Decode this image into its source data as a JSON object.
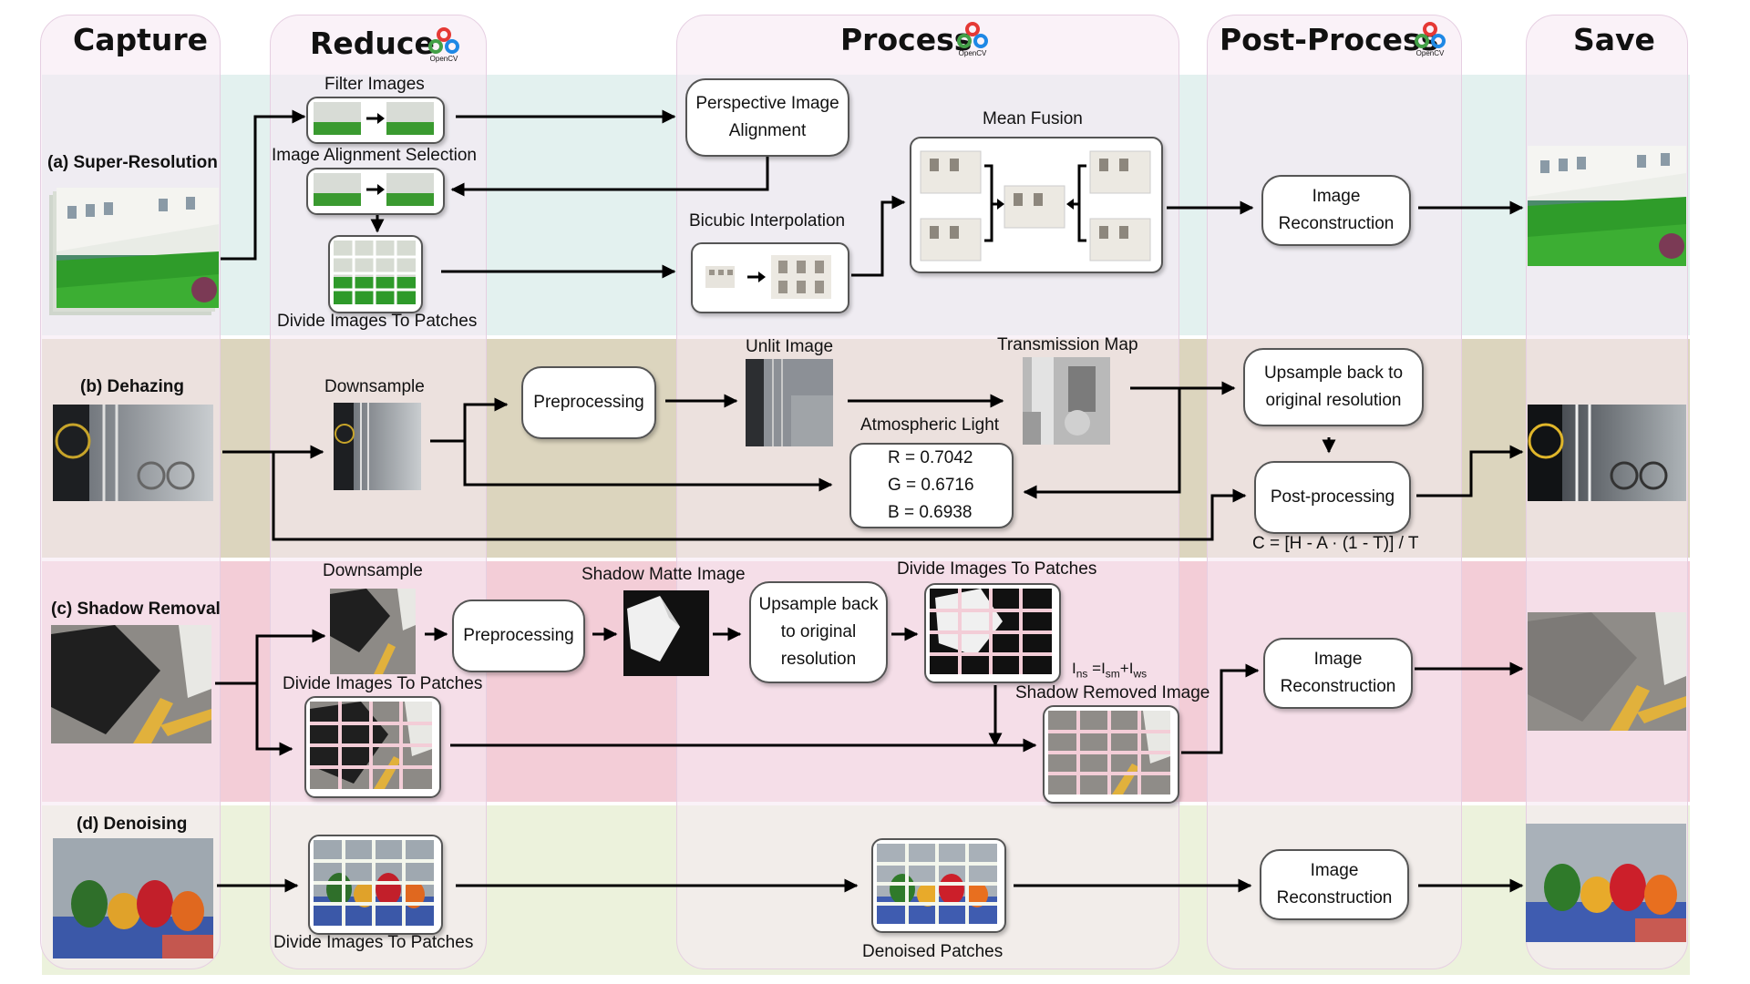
{
  "columns": {
    "capture": "Capture",
    "reduce": "Reduce",
    "process": "Process",
    "post_process": "Post-Process",
    "save": "Save"
  },
  "opencv_label": "OpenCV",
  "rows": {
    "super_resolution": {
      "label": "(a) Super-Resolution",
      "filter_images": "Filter Images",
      "image_alignment_selection": "Image Alignment Selection",
      "divide_patches": "Divide Images To Patches",
      "perspective_alignment": "Perspective Image\nAlignment",
      "bicubic": "Bicubic Interpolation",
      "mean_fusion": "Mean Fusion",
      "reconstruction": "Image\nReconstruction"
    },
    "dehazing": {
      "label": "(b) Dehazing",
      "downsample": "Downsample",
      "preprocessing": "Preprocessing",
      "unlit_image": "Unlit Image",
      "transmission_map": "Transmission Map",
      "atmospheric_light": "Atmospheric Light",
      "r_value": "R = 0.7042",
      "g_value": "G = 0.6716",
      "b_value": "B = 0.6938",
      "upsample": "Upsample back to\noriginal resolution",
      "post_processing": "Post-processing",
      "formula": "C = [H - A · (1 - T)] / T"
    },
    "shadow_removal": {
      "label": "(c) Shadow Removal",
      "downsample": "Downsample",
      "preprocessing": "Preprocessing",
      "shadow_matte": "Shadow Matte Image",
      "upsample": "Upsample back\nto original\nresolution",
      "divide_patches_top": "Divide Images To Patches",
      "divide_patches_bottom": "Divide Images To Patches",
      "formula_i": "I",
      "formula_ns": "ns",
      "formula_eq": " =I",
      "formula_sm": "sm",
      "formula_plus": "+I",
      "formula_ws": "ws",
      "shadow_removed": "Shadow Removed Image",
      "reconstruction": "Image\nReconstruction"
    },
    "denoising": {
      "label": "(d) Denoising",
      "divide_patches": "Divide Images To Patches",
      "denoised_patches": "Denoised Patches",
      "reconstruction": "Image\nReconstruction"
    }
  },
  "colors": {
    "band_a": "#e2f1ee",
    "band_b": "#dcd6bf",
    "band_c": "#f4cfd8",
    "band_d": "#ecf2dd",
    "column_fill": "#f6eaf4"
  }
}
